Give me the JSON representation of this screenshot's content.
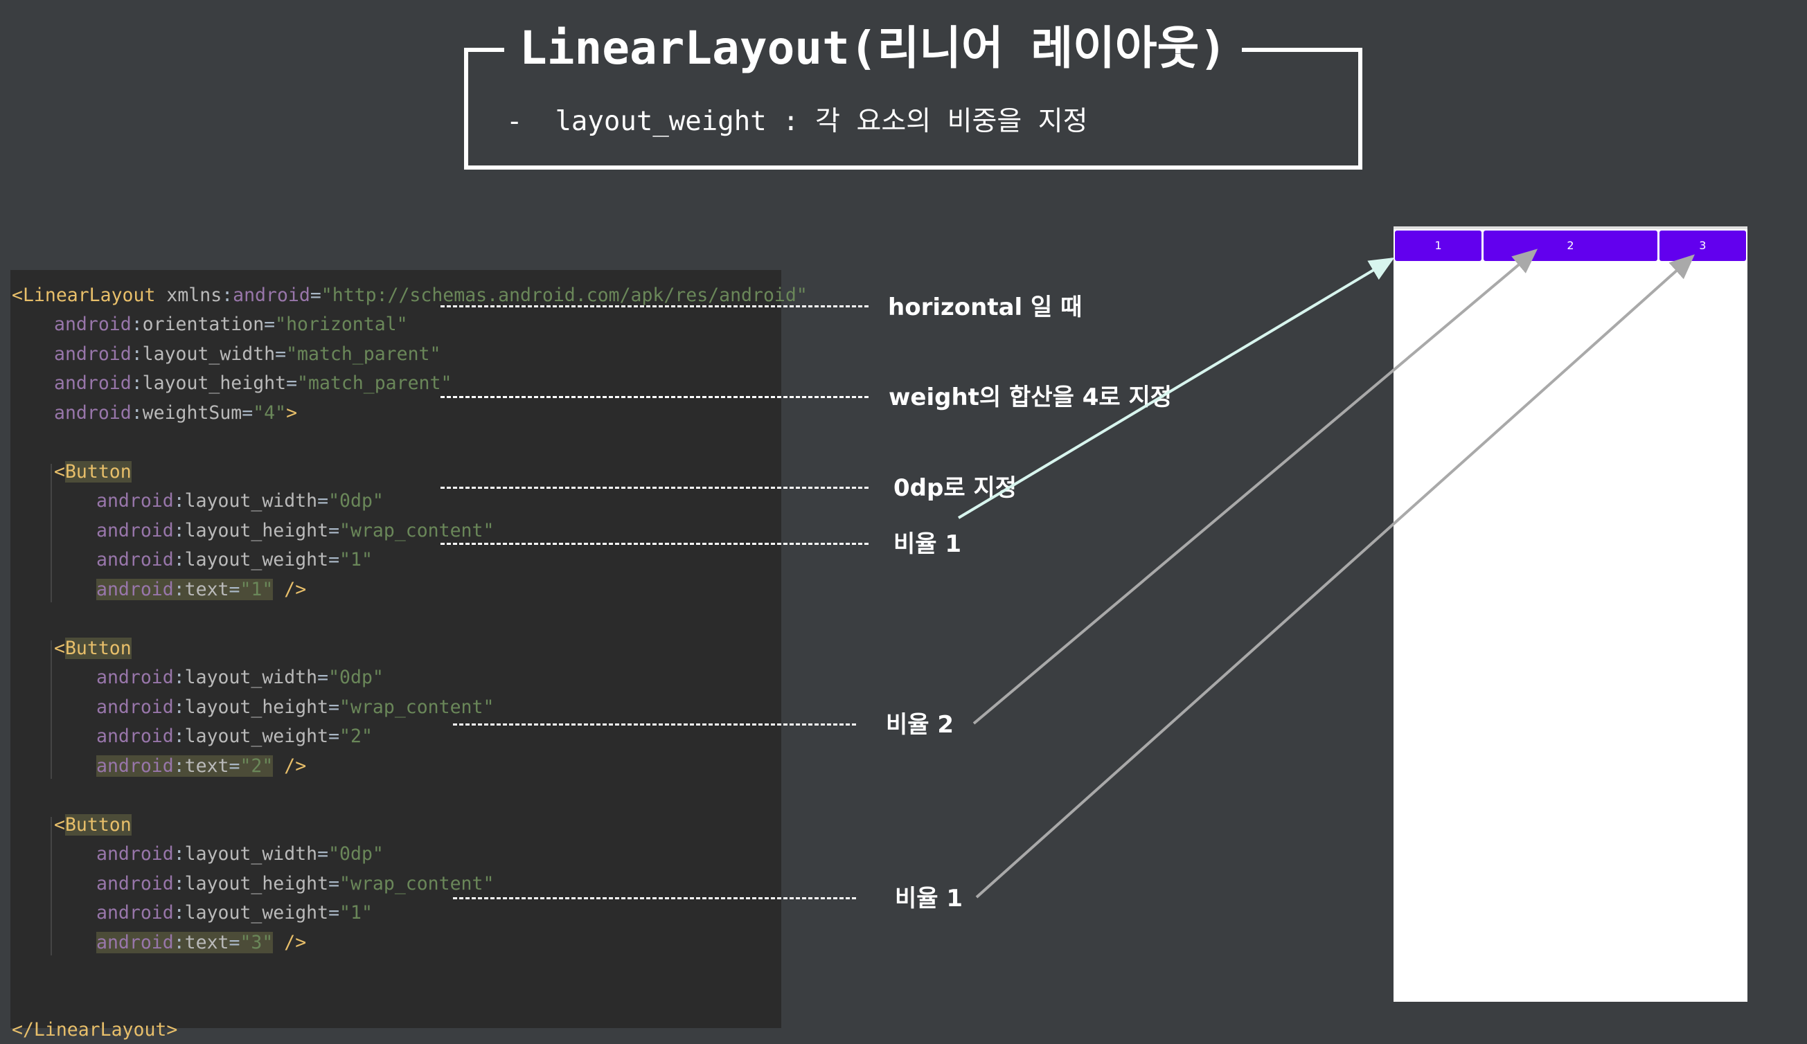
{
  "title": {
    "main": "LinearLayout(리니어 레이아웃)",
    "subtitle": "-  layout_weight : 각 요소의 비중을 지정"
  },
  "code": {
    "open_tag": "<LinearLayout",
    "xmlns_attr": "xmlns",
    "xmlns_ns": "android",
    "xmlns_val": "\"http://schemas.android.com/apk/res/android\"",
    "root_attrs": [
      {
        "ns": "android",
        "name": "orientation",
        "value": "\"horizontal\""
      },
      {
        "ns": "android",
        "name": "layout_width",
        "value": "\"match_parent\""
      },
      {
        "ns": "android",
        "name": "layout_height",
        "value": "\"match_parent\""
      },
      {
        "ns": "android",
        "name": "weightSum",
        "value": "\"4\""
      }
    ],
    "root_close_bracket": ">",
    "buttons": [
      {
        "tag_bracket": "<",
        "tag": "Button",
        "attrs": [
          {
            "ns": "android",
            "name": "layout_width",
            "value": "\"0dp\""
          },
          {
            "ns": "android",
            "name": "layout_height",
            "value": "\"wrap_content\""
          },
          {
            "ns": "android",
            "name": "layout_weight",
            "value": "\"1\""
          },
          {
            "ns": "android",
            "name": "text",
            "value": "\"1\""
          }
        ],
        "self_close": " />"
      },
      {
        "tag_bracket": "<",
        "tag": "Button",
        "attrs": [
          {
            "ns": "android",
            "name": "layout_width",
            "value": "\"0dp\""
          },
          {
            "ns": "android",
            "name": "layout_height",
            "value": "\"wrap_content\""
          },
          {
            "ns": "android",
            "name": "layout_weight",
            "value": "\"2\""
          },
          {
            "ns": "android",
            "name": "text",
            "value": "\"2\""
          }
        ],
        "self_close": " />"
      },
      {
        "tag_bracket": "<",
        "tag": "Button",
        "attrs": [
          {
            "ns": "android",
            "name": "layout_width",
            "value": "\"0dp\""
          },
          {
            "ns": "android",
            "name": "layout_height",
            "value": "\"wrap_content\""
          },
          {
            "ns": "android",
            "name": "layout_weight",
            "value": "\"1\""
          },
          {
            "ns": "android",
            "name": "text",
            "value": "\"3\""
          }
        ],
        "self_close": " />"
      }
    ],
    "close_tag": "</LinearLayout>"
  },
  "annotations": {
    "orientation": "horizontal 일 때",
    "weight_sum": "weight의 합산을 4로 지정",
    "zero_dp": "0dp로 지정",
    "ratio_first": "비율 1",
    "ratio_second": "비율 2",
    "ratio_third": "비율 1"
  },
  "preview": {
    "button_labels": [
      "1",
      "2",
      "3"
    ],
    "weights": [
      1,
      2,
      1
    ],
    "button_color": "#6200ee"
  },
  "colors": {
    "background": "#3b3e41",
    "code_background": "#2b2b2b",
    "tag": "#e8bf6a",
    "namespace": "#9876aa",
    "attribute": "#bababa",
    "string": "#6a8759",
    "highlight_arrow": "#d8f5ee",
    "arrow": "#a9a9a9"
  }
}
